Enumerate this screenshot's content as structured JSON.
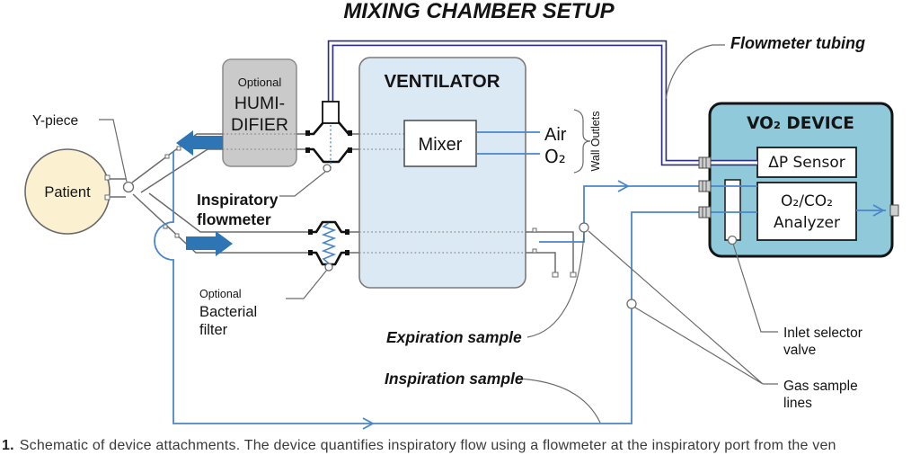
{
  "title": "MIXING CHAMBER SETUP",
  "colors": {
    "title": "#2E7F9E",
    "ventilator_fill": "#DBE9F4",
    "device_fill": "#90C9DA",
    "humidifier_fill": "#CACACA",
    "patient_fill": "#FBF1D1",
    "sample_line_blue": "#4A86C8",
    "flow_arrow_blue": "#2E75B6",
    "tubing_navy": "#2D2E7F"
  },
  "labels": {
    "flowmeter_tubing": "Flowmeter tubing",
    "y_piece": "Y-piece",
    "patient": "Patient",
    "humidifier_optional": "Optional",
    "humidifier_line1": "HUMI-",
    "humidifier_line2": "DIFIER",
    "inspiratory_flowmeter_line1": "Inspiratory",
    "inspiratory_flowmeter_line2": "flowmeter",
    "ventilator": "VENTILATOR",
    "mixer": "Mixer",
    "air": "Air",
    "o2": "O₂",
    "wall_outlets": "Wall Outlets",
    "bacterial_optional": "Optional",
    "bacterial_line1": "Bacterial",
    "bacterial_line2": "filter",
    "expiration_sample": "Expiration sample",
    "inspiration_sample": "Inspiration sample",
    "vo2_device": "VO₂ DEVICE",
    "dp_sensor": "ΔP Sensor",
    "analyzer_line1": "O₂/CO₂",
    "analyzer_line2": "Analyzer",
    "inlet_valve_line1": "Inlet selector",
    "inlet_valve_line2": "valve",
    "gas_sample_line1": "Gas sample",
    "gas_sample_line2": "lines"
  },
  "caption": {
    "number": "1.",
    "text": "Schematic of device attachments. The device quantifies inspiratory flow using a flowmeter at the inspiratory port from the ven"
  }
}
